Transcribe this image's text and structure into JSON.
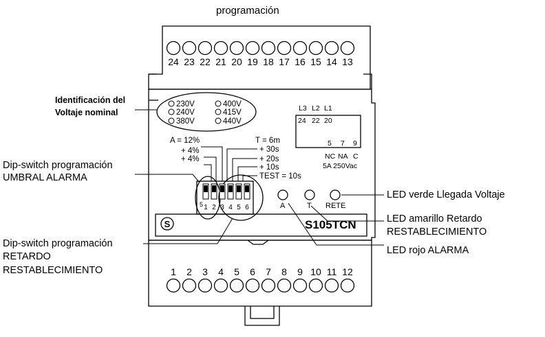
{
  "header": {
    "title": "programación"
  },
  "terminals": {
    "top": [
      "24",
      "23",
      "22",
      "21",
      "20",
      "19",
      "18",
      "17",
      "16",
      "15",
      "14",
      "13"
    ],
    "bottom": [
      "1",
      "2",
      "3",
      "4",
      "5",
      "6",
      "7",
      "8",
      "9",
      "10",
      "11",
      "12"
    ]
  },
  "voltage": {
    "caption_line1": "Identificación del",
    "caption_line2": "Voltaje nominal",
    "options": [
      "230V",
      "240V",
      "380V",
      "400V",
      "415V",
      "440V"
    ]
  },
  "relay": {
    "top_labels": [
      "L3",
      "L2",
      "L1"
    ],
    "top_numbers": [
      "24",
      "22",
      "20"
    ],
    "contact_numbers": [
      "5",
      "7",
      "9"
    ],
    "contact_labels": [
      "NC",
      "NA",
      "C"
    ],
    "rating": "5A 250Vac"
  },
  "threshold": {
    "labels": [
      "A = 12%",
      "+ 4%",
      "+ 4%"
    ],
    "caption_line1": "Dip-switch programación",
    "caption_line2": "UMBRAL ALARMA"
  },
  "delay": {
    "labels": [
      "T = 6m",
      "+ 30s",
      "+ 20s",
      "+ 10s",
      "TEST = 10s"
    ],
    "caption_line1": "Dip-switch programación",
    "caption_line2": "RETARDO",
    "caption_line3": "RESTABLECIMIENTO"
  },
  "dip_numbers": [
    "1",
    "2",
    "3",
    "4",
    "5",
    "6"
  ],
  "dip_extra": "5",
  "leds": {
    "labels": [
      "A",
      "T",
      "RETE"
    ],
    "green": "LED verde  Llegada Voltaje",
    "yellow_line1": "LED amarillo  Retardo",
    "yellow_line2": "RESTABLECIMIENTO",
    "red": "LED rojo  ALARMA"
  },
  "device": {
    "model": "S105TCN",
    "logo": "S"
  }
}
